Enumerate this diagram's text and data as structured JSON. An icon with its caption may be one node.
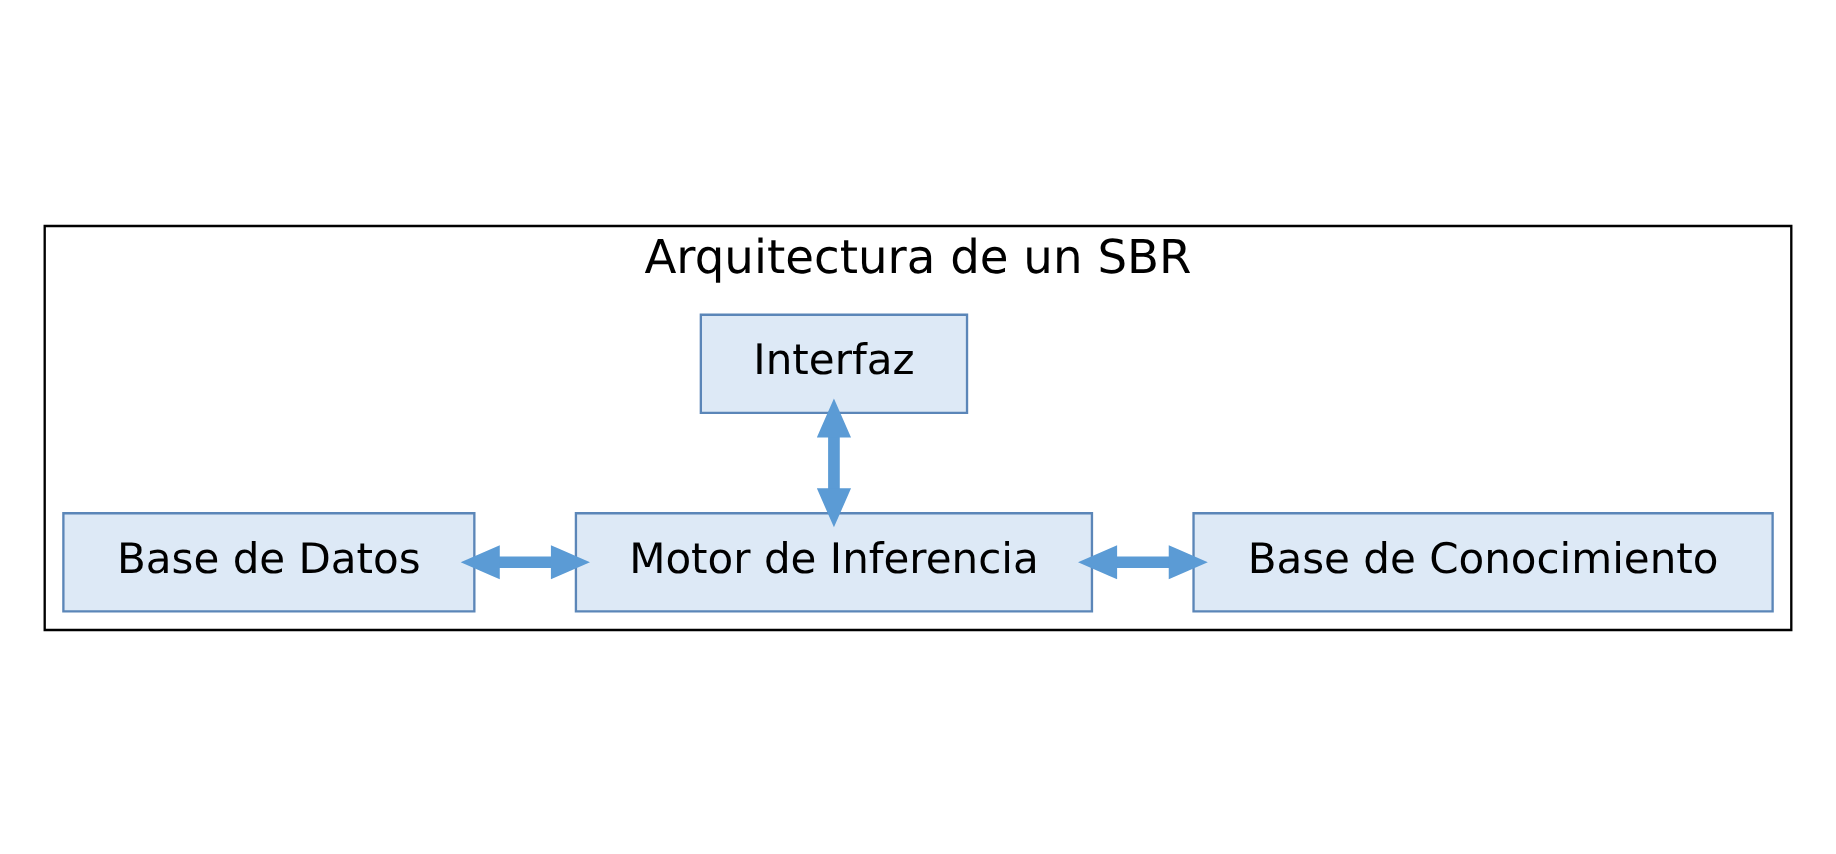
{
  "diagram": {
    "nodes": [
      {
        "text": [
          "Arquitectura de un SBR"
        ]
      },
      {
        "text": [
          "Interfaz"
        ],
        "in": 0
      },
      {
        "text": [
          "Base de Datos"
        ],
        "in": 0
      },
      {
        "text": [
          "Motor de Inferencia"
        ],
        "in": 0
      },
      {
        "text": [
          "Base de Conocimiento"
        ],
        "in": 0
      }
    ],
    "edges": [
      {
        "from": 1,
        "to": 3,
        "arrow": "both"
      },
      {
        "from": 2,
        "to": 3,
        "arrow": "both"
      },
      {
        "from": 3,
        "to": 4,
        "arrow": "both"
      }
    ]
  }
}
